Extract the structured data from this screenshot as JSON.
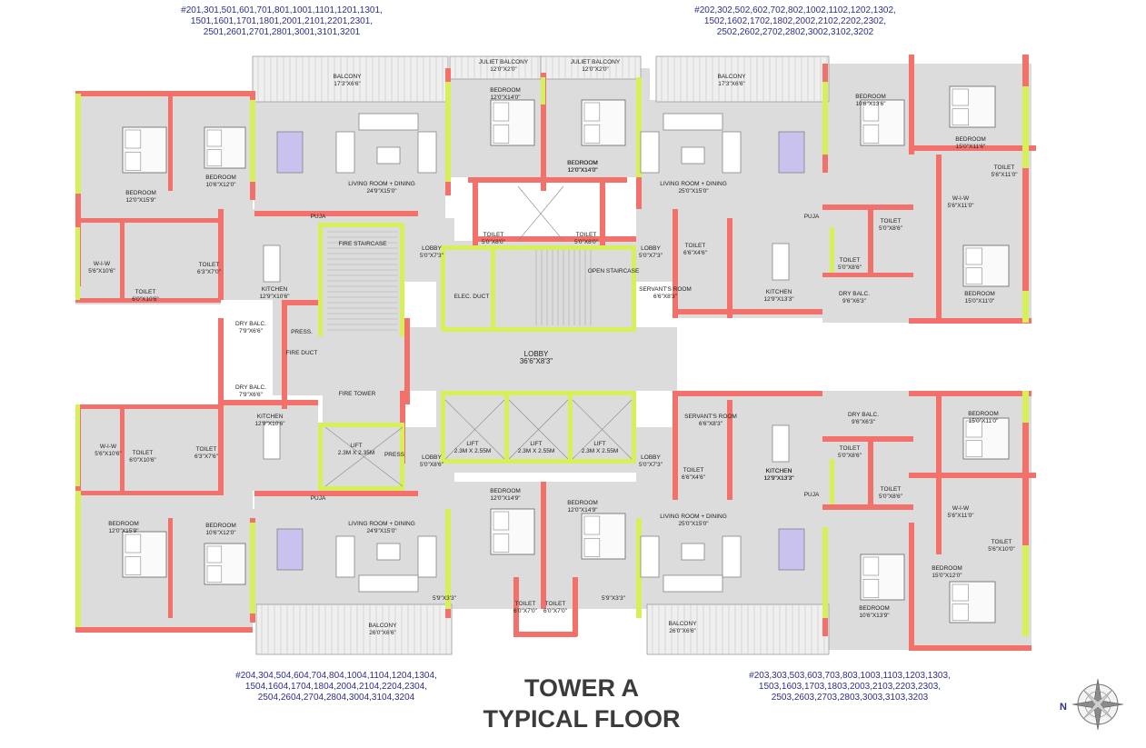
{
  "units": {
    "top_left": [
      "#201,301,501,601,701,801,1001,1101,1201,1301,",
      "1501,1601,1701,1801,2001,2101,2201,2301,",
      "2501,2601,2701,2801,3001,3101,3201"
    ],
    "top_right": [
      "#202,302,502,602,702,802,1002,1102,1202,1302,",
      "1502,1602,1702,1802,2002,2102,2202,2302,",
      "2502,2602,2702,2802,3002,3102,3202"
    ],
    "bottom_left": [
      "#204,304,504,604,704,804,1004,1104,1204,1304,",
      "1504,1604,1704,1804,2004,2104,2204,2304,",
      "2504,2604,2704,2804,3004,3104,3204"
    ],
    "bottom_right": [
      "#203,303,503,603,703,803,1003,1103,1203,1303,",
      "1503,1603,1703,1803,2003,2103,2203,2303,",
      "2503,2603,2703,2803,3003,3103,3203"
    ]
  },
  "title": {
    "line1": "TOWER A",
    "line2": "TYPICAL FLOOR"
  },
  "compass": {
    "north": "N"
  },
  "colors": {
    "wall": "#f2716a",
    "glazing": "#d7f05a",
    "floor": "#dcdcdc",
    "ink": "#2b2f8f"
  },
  "rooms": [
    {
      "name": "BALCONY",
      "dim": "17'3\"X6'6\""
    },
    {
      "name": "JULIET BALCONY",
      "dim": "12'0\"X2'0\""
    },
    {
      "name": "JULIET BALCONY",
      "dim": "12'0\"X2'0\""
    },
    {
      "name": "BALCONY",
      "dim": "17'3\"X6'6\""
    },
    {
      "name": "BEDROOM",
      "dim": "12'0\"X15'9\""
    },
    {
      "name": "BEDROOM",
      "dim": "10'6\"X12'0\""
    },
    {
      "name": "LIVING ROOM + DINING",
      "dim": "24'9\"X15'0\""
    },
    {
      "name": "BEDROOM",
      "dim": "12'0\"X14'0\""
    },
    {
      "name": "BEDROOM",
      "dim": "12'0\"X14'0\""
    },
    {
      "name": "BEDROOM",
      "dim": "12'0\"X14'0\""
    },
    {
      "name": "LIVING ROOM + DINING",
      "dim": "25'0\"X15'0\""
    },
    {
      "name": "BEDROOM",
      "dim": "10'6\"X13'6\""
    },
    {
      "name": "BEDROOM",
      "dim": "15'0\"X11'6\""
    },
    {
      "name": "W-I-W",
      "dim": "5'6\"X10'6\""
    },
    {
      "name": "TOILET",
      "dim": "6'0\"X10'6\""
    },
    {
      "name": "TOILET",
      "dim": "6'3\"X7'0\""
    },
    {
      "name": "KITCHEN",
      "dim": "12'9\"X10'6\""
    },
    {
      "name": "PUJA",
      "dim": ""
    },
    {
      "name": "FIRE STAIRCASE",
      "dim": ""
    },
    {
      "name": "LOBBY",
      "dim": "5'0\"X7'3\""
    },
    {
      "name": "TOILET",
      "dim": "5'0\"X8'0\""
    },
    {
      "name": "TOILET",
      "dim": "5'0\"X8'0\""
    },
    {
      "name": "LOBBY",
      "dim": "5'0\"X7'3\""
    },
    {
      "name": "TOILET",
      "dim": "6'6\"X4'6\""
    },
    {
      "name": "PUJA",
      "dim": ""
    },
    {
      "name": "TOILET",
      "dim": "5'0\"X8'6\""
    },
    {
      "name": "TOILET",
      "dim": "5'0\"X8'6\""
    },
    {
      "name": "TOILET",
      "dim": "5'6\"X11'0\""
    },
    {
      "name": "W-I-W",
      "dim": "5'6\"X11'0\""
    },
    {
      "name": "ELEC. DUCT",
      "dim": ""
    },
    {
      "name": "OPEN STAIRCASE",
      "dim": ""
    },
    {
      "name": "SERVANT'S ROOM",
      "dim": "6'6\"X8'3\""
    },
    {
      "name": "KITCHEN",
      "dim": "12'9\"X13'3\""
    },
    {
      "name": "DRY BALC.",
      "dim": "9'6\"X6'3\""
    },
    {
      "name": "BEDROOM",
      "dim": "15'0\"X11'0\""
    },
    {
      "name": "DRY BALC.",
      "dim": "7'9\"X6'6\""
    },
    {
      "name": "PRESS.",
      "dim": ""
    },
    {
      "name": "FIRE DUCT",
      "dim": ""
    },
    {
      "name": "DRY BALC.",
      "dim": "7'9\"X6'6\""
    },
    {
      "name": "FIRE TOWER",
      "dim": ""
    },
    {
      "name": "LOBBY",
      "dim": "36'6\"X8'3\""
    },
    {
      "name": "W-I-W",
      "dim": "5'6\"X10'6\""
    },
    {
      "name": "TOILET",
      "dim": "6'0\"X10'6\""
    },
    {
      "name": "TOILET",
      "dim": "6'3\"X7'6\""
    },
    {
      "name": "KITCHEN",
      "dim": "12'9\"X10'6\""
    },
    {
      "name": "LIFT",
      "dim": "2.3M X 2.35M"
    },
    {
      "name": "PRESS",
      "dim": ""
    },
    {
      "name": "LIFT",
      "dim": "2.3M X 2.55M"
    },
    {
      "name": "LIFT",
      "dim": "2.3M X 2.55M"
    },
    {
      "name": "LIFT",
      "dim": "2.3M X 2.55M"
    },
    {
      "name": "LOBBY",
      "dim": "5'0\"X8'6\""
    },
    {
      "name": "LOBBY",
      "dim": "5'0\"X7'3\""
    },
    {
      "name": "SERVANT'S ROOM",
      "dim": "6'6\"X8'3\""
    },
    {
      "name": "TOILET",
      "dim": "6'6\"X4'6\""
    },
    {
      "name": "KITCHEN",
      "dim": "12'9\"X13'3\""
    },
    {
      "name": "DRY BALC.",
      "dim": "9'6\"X6'3\""
    },
    {
      "name": "TOILET",
      "dim": "5'0\"X8'6\""
    },
    {
      "name": "TOILET",
      "dim": "5'0\"X8'6\""
    },
    {
      "name": "BEDROOM",
      "dim": "15'0\"X11'0\""
    },
    {
      "name": "W-I-W",
      "dim": "5'6\"X11'0\""
    },
    {
      "name": "TOILET",
      "dim": "5'6\"X10'0\""
    },
    {
      "name": "PUJA",
      "dim": ""
    },
    {
      "name": "BEDROOM",
      "dim": "12'0\"X14'9\""
    },
    {
      "name": "BEDROOM",
      "dim": "12'0\"X14'9\""
    },
    {
      "name": "BEDROOM",
      "dim": "12'0\"X15'9\""
    },
    {
      "name": "BEDROOM",
      "dim": "10'6\"X12'0\""
    },
    {
      "name": "LIVING ROOM + DINING",
      "dim": "24'9\"X15'0\""
    },
    {
      "name": "LIVING ROOM + DINING",
      "dim": "25'0\"X15'0\""
    },
    {
      "name": "PUJA",
      "dim": ""
    },
    {
      "name": "BEDROOM",
      "dim": "15'0\"X12'0\""
    },
    {
      "name": "",
      "dim": "5'9\"X3'3\""
    },
    {
      "name": "",
      "dim": "5'9\"X3'3\""
    },
    {
      "name": "TOILET",
      "dim": "6'0\"X7'0\""
    },
    {
      "name": "TOILET",
      "dim": "6'0\"X7'0\""
    },
    {
      "name": "BEDROOM",
      "dim": "10'6\"X13'9\""
    },
    {
      "name": "BALCONY",
      "dim": "26'0\"X6'6\""
    },
    {
      "name": "BALCONY",
      "dim": "26'0\"X6'6\""
    },
    {
      "name": "KITCHEN",
      "dim": "12'9\"X13'3\""
    }
  ]
}
